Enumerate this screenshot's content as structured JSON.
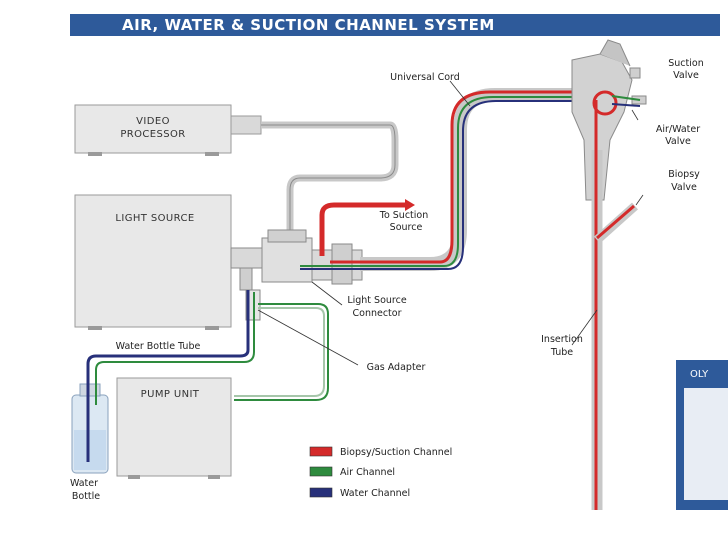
{
  "title": "AIR, WATER & SUCTION CHANNEL SYSTEM",
  "labels": {
    "video_processor_1": "VIDEO",
    "video_processor_2": "PROCESSOR",
    "light_source": "LIGHT SOURCE",
    "pump_unit": "PUMP UNIT",
    "universal_cord": "Universal Cord",
    "suction_valve_1": "Suction",
    "suction_valve_2": "Valve",
    "air_water_valve_1": "Air/Water",
    "air_water_valve_2": "Valve",
    "biopsy_valve_1": "Biopsy",
    "biopsy_valve_2": "Valve",
    "to_suction_1": "To Suction",
    "to_suction_2": "Source",
    "light_source_connector_1": "Light Source",
    "light_source_connector_2": "Connector",
    "water_bottle_tube": "Water Bottle Tube",
    "gas_adapter": "Gas Adapter",
    "insertion_tube_1": "Insertion",
    "insertion_tube_2": "Tube",
    "water_bottle_1": "Water",
    "water_bottle_2": "Bottle",
    "oly": "OLY"
  },
  "legend": [
    {
      "label": "Biopsy/Suction Channel",
      "color": "#d42a2a"
    },
    {
      "label": "Air Channel",
      "color": "#2e8b3e"
    },
    {
      "label": "Water Channel",
      "color": "#27307a"
    }
  ],
  "colors": {
    "suction": "#d42a2a",
    "air": "#2e8b3e",
    "water": "#27307a",
    "banner": "#2e5a9a"
  }
}
